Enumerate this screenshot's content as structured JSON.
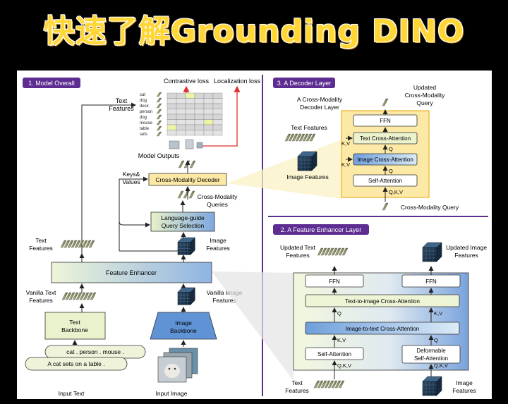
{
  "banner": {
    "title": "快速了解Grounding DINO"
  },
  "sections": {
    "model_overall": "1. Model Overall",
    "decoder_layer": "3. A Decoder Layer",
    "feature_enhancer_layer": "2. A Feature Enhancer Layer"
  },
  "overall": {
    "contrastive_loss": "Contrastive loss",
    "localization_loss": "Localization loss",
    "text_features_top": [
      "Text",
      "Features"
    ],
    "categories": [
      "cat",
      "dog",
      "desk",
      "person",
      "dog",
      "mouse",
      "table",
      "sets"
    ],
    "model_outputs": "Model Outputs",
    "keys_values": [
      "Keys&",
      "Values"
    ],
    "cross_modality_decoder": "Cross-Modality Decoder",
    "cross_modality_queries": [
      "Cross-Modality",
      "Queries"
    ],
    "language_guide": [
      "Language-guide",
      "Query Selection"
    ],
    "text_features_mid": [
      "Text",
      "Features"
    ],
    "image_features_mid": [
      "Image",
      "Features"
    ],
    "feature_enhancer": "Feature Enhancer",
    "vanilla_text": [
      "Vanilla Text",
      "Features"
    ],
    "vanilla_image": [
      "Vanilla Image",
      "Features"
    ],
    "text_backbone": [
      "Text",
      "Backbone"
    ],
    "image_backbone": [
      "Image",
      "Backbone"
    ],
    "input_text_1": "cat . person . mouse .",
    "input_text_2": "A cat sets on a table .",
    "input_text_label": "Input Text",
    "input_image_label": "Input Image"
  },
  "decoder": {
    "updated_query": [
      "Updated",
      "Cross-Modality",
      "Query"
    ],
    "title": [
      "A Cross-Modality",
      "Decoder Layer"
    ],
    "text_features": "Text Features",
    "image_features": "Image Features",
    "ffn": "FFN",
    "text_cross": "Text Cross-Attention",
    "image_cross": "Image Cross-Attention",
    "self_attention": "Self-Attention",
    "kv": "K,V",
    "q": "Q",
    "qkv": "Q,K,V",
    "query_label": "Cross-Modality Query"
  },
  "enhancer": {
    "updated_text": [
      "Updated Text",
      "Features"
    ],
    "updated_image": [
      "Updated Image",
      "Features"
    ],
    "ffn": "FFN",
    "t2i": "Text-to-image Cross-Attention",
    "i2t": "Image-to-text Cross-Attention",
    "self_attention": "Self-Attention",
    "deformable": [
      "Deformable",
      "Self-Attention"
    ],
    "q": "Q",
    "kv": "K,V",
    "qkv": "Q,K,V",
    "text_features": [
      "Text",
      "Features"
    ],
    "image_features": [
      "Image",
      "Features"
    ]
  }
}
